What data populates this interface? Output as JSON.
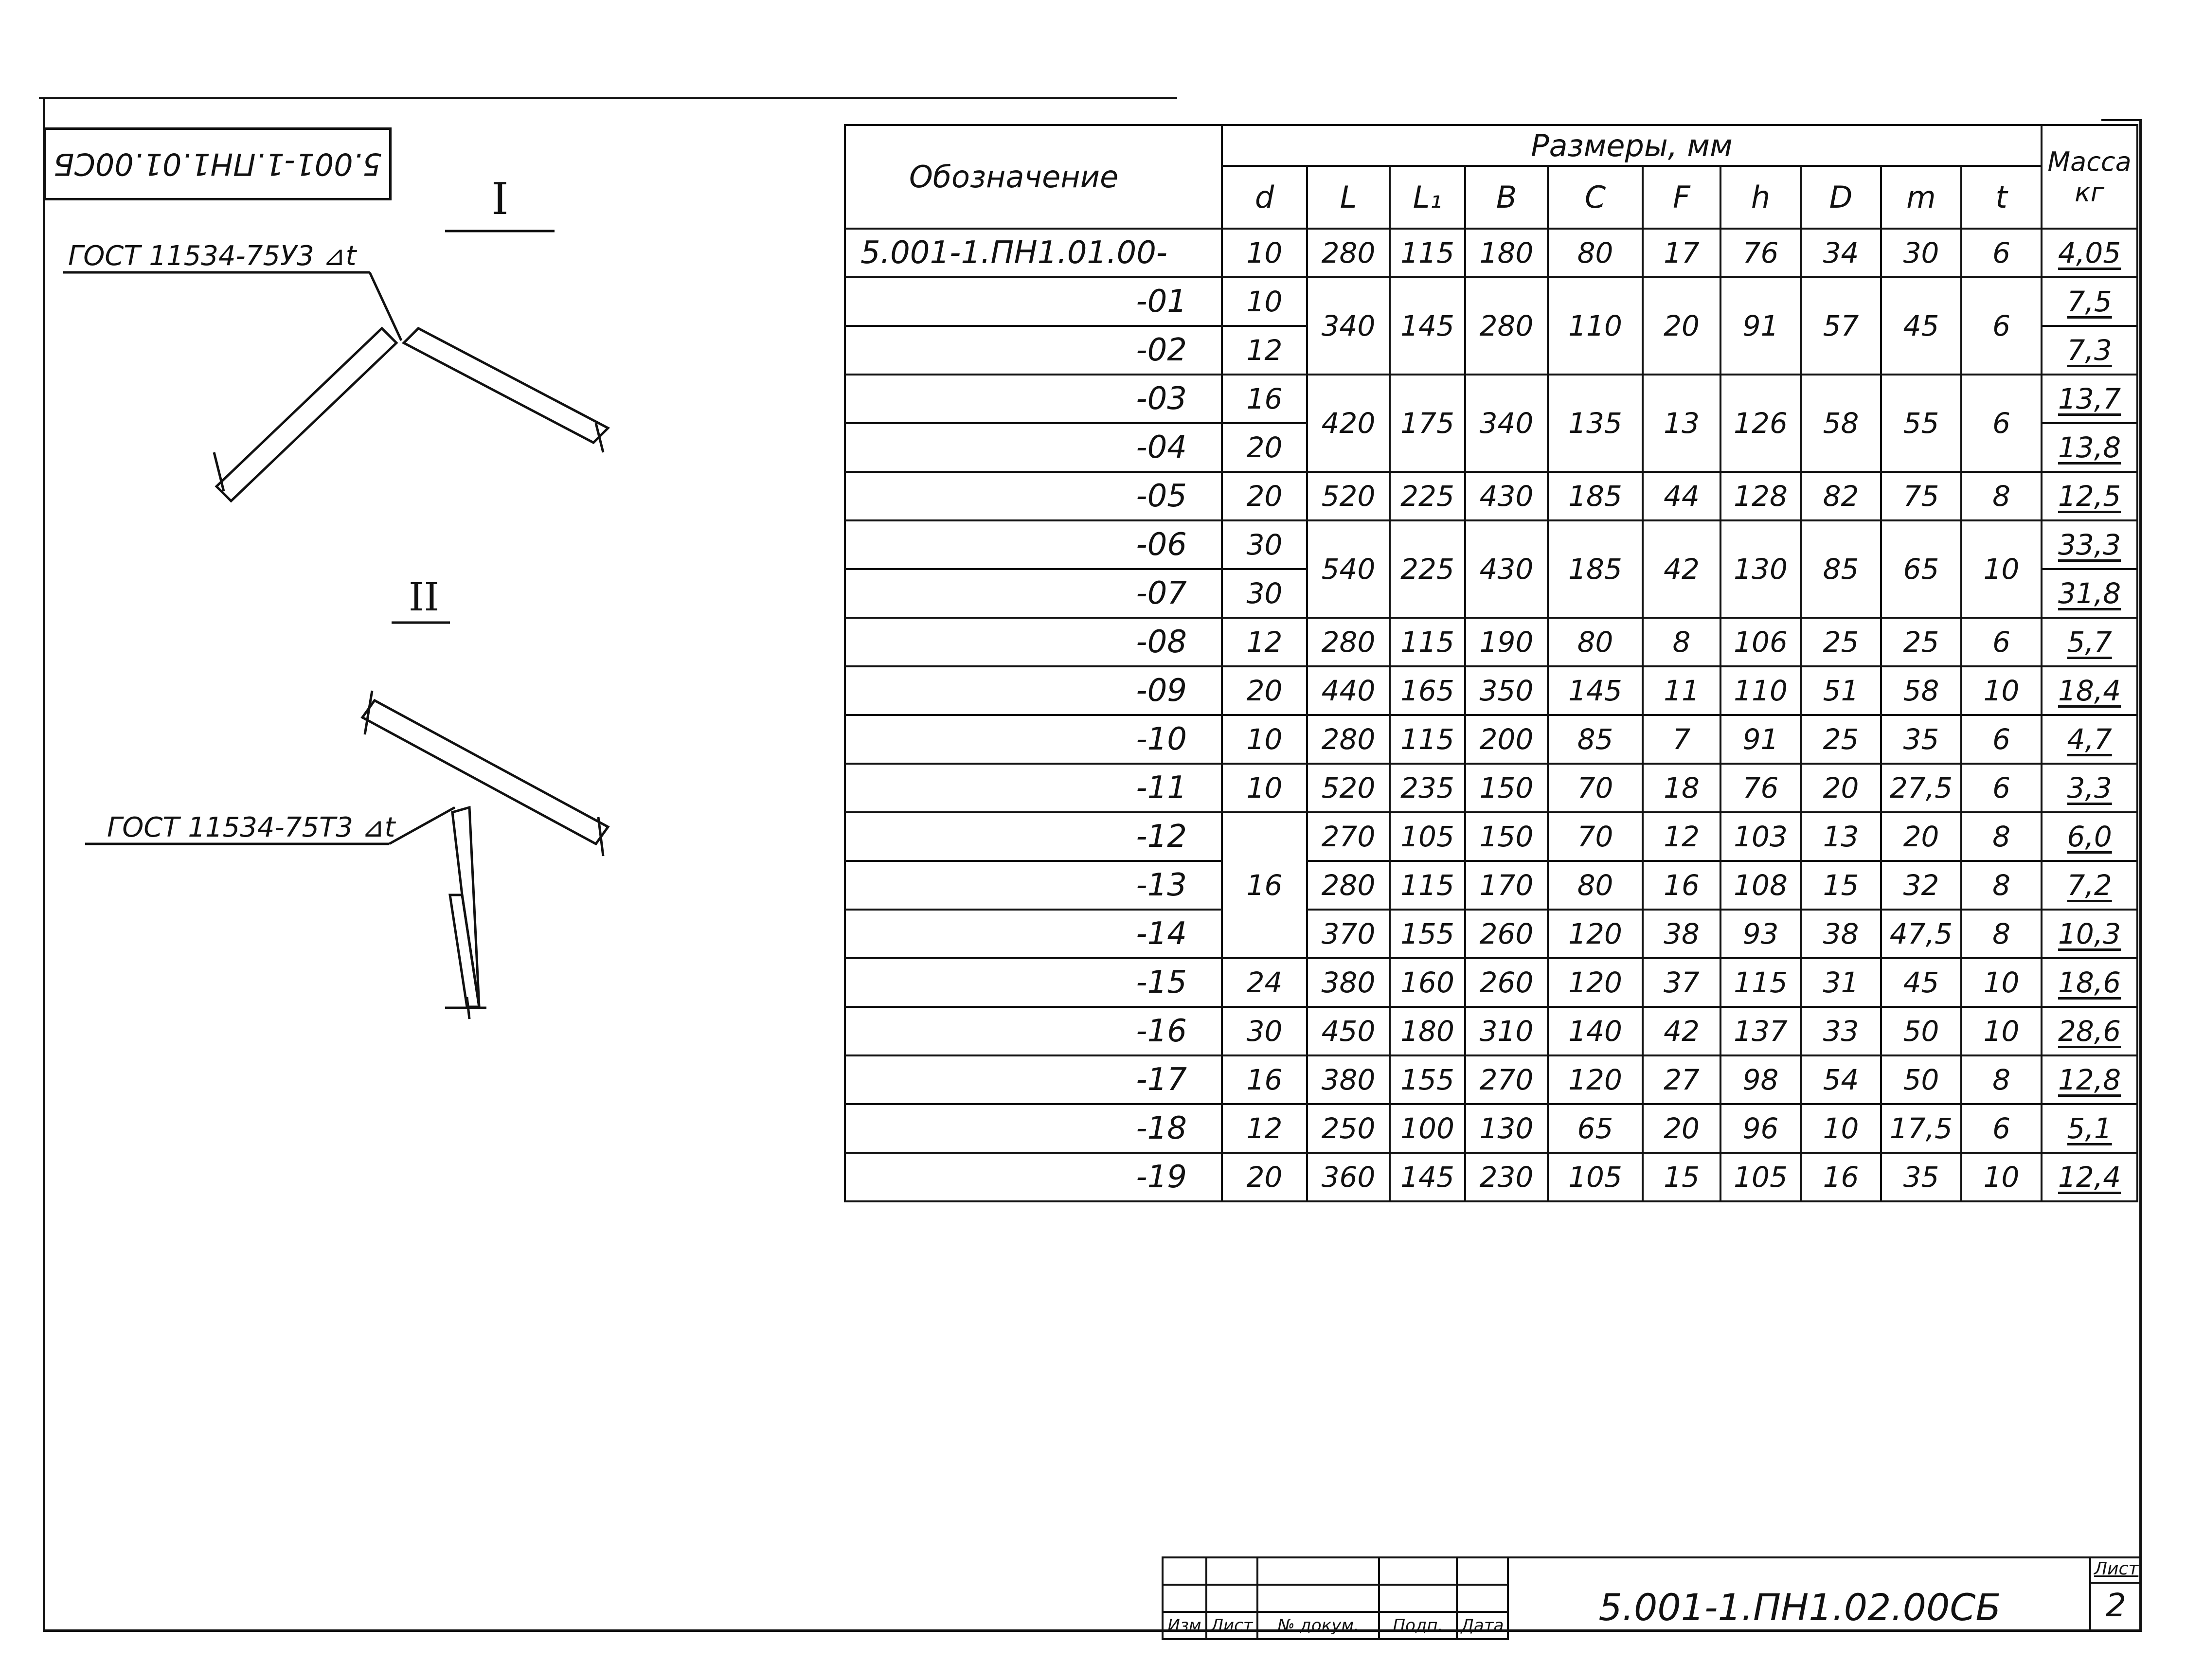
{
  "stamp": {
    "code": "5.001-1.ПН1.01.00СБ"
  },
  "drawing": {
    "view_1_label": "I",
    "view_1_weld": "ГОСТ 11534-75У3 ⊿t",
    "view_2_label": "II",
    "view_2_weld": "ГОСТ 11534-75Т3 ⊿t"
  },
  "table": {
    "designation_header": "Обозначение",
    "dimensions_header": "Размеры, мм",
    "mass_header": "Масса кг",
    "columns": [
      "d",
      "L",
      "L₁",
      "B",
      "C",
      "F",
      "h",
      "D",
      "m",
      "t"
    ],
    "rows": [
      {
        "des": "5.001-1.ПН1.01.00-",
        "d": "10",
        "L": "280",
        "L1": "115",
        "B": "180",
        "C": "80",
        "F": "17",
        "h": "76",
        "D": "34",
        "m": "30",
        "t": "6",
        "mass": "4,05"
      },
      {
        "des": "-01",
        "d": "10",
        "L": "340",
        "L1": "145",
        "B": "280",
        "C": "110",
        "F": "20",
        "h": "91",
        "D": "57",
        "m": "45",
        "t": "6",
        "mass": "7,5"
      },
      {
        "des": "-02",
        "d": "12",
        "mass": "7,3"
      },
      {
        "des": "-03",
        "d": "16",
        "L": "420",
        "L1": "175",
        "B": "340",
        "C": "135",
        "F": "13",
        "h": "126",
        "D": "58",
        "m": "55",
        "t": "6",
        "mass": "13,7"
      },
      {
        "des": "-04",
        "d": "20",
        "mass": "13,8"
      },
      {
        "des": "-05",
        "d": "20",
        "L": "520",
        "L1": "225",
        "B": "430",
        "C": "185",
        "F": "44",
        "h": "128",
        "D": "82",
        "m": "75",
        "t": "8",
        "mass": "12,5"
      },
      {
        "des": "-06",
        "d": "30",
        "L": "540",
        "L1": "225",
        "B": "430",
        "C": "185",
        "F": "42",
        "h": "130",
        "D": "85",
        "m": "65",
        "t": "10",
        "mass": "33,3"
      },
      {
        "des": "-07",
        "d": "30",
        "mass": "31,8"
      },
      {
        "des": "-08",
        "d": "12",
        "L": "280",
        "L1": "115",
        "B": "190",
        "C": "80",
        "F": "8",
        "h": "106",
        "D": "25",
        "m": "25",
        "t": "6",
        "mass": "5,7"
      },
      {
        "des": "-09",
        "d": "20",
        "L": "440",
        "L1": "165",
        "B": "350",
        "C": "145",
        "F": "11",
        "h": "110",
        "D": "51",
        "m": "58",
        "t": "10",
        "mass": "18,4"
      },
      {
        "des": "-10",
        "d": "10",
        "L": "280",
        "L1": "115",
        "B": "200",
        "C": "85",
        "F": "7",
        "h": "91",
        "D": "25",
        "m": "35",
        "t": "6",
        "mass": "4,7"
      },
      {
        "des": "-11",
        "d": "10",
        "L": "520",
        "L1": "235",
        "B": "150",
        "C": "70",
        "F": "18",
        "h": "76",
        "D": "20",
        "m": "27,5",
        "t": "6",
        "mass": "3,3"
      },
      {
        "des": "-12",
        "d": "16",
        "L": "270",
        "L1": "105",
        "B": "150",
        "C": "70",
        "F": "12",
        "h": "103",
        "D": "13",
        "m": "20",
        "t": "8",
        "mass": "6,0"
      },
      {
        "des": "-13",
        "L": "280",
        "L1": "115",
        "B": "170",
        "C": "80",
        "F": "16",
        "h": "108",
        "D": "15",
        "m": "32",
        "t": "8",
        "mass": "7,2"
      },
      {
        "des": "-14",
        "L": "370",
        "L1": "155",
        "B": "260",
        "C": "120",
        "F": "38",
        "h": "93",
        "D": "38",
        "m": "47,5",
        "t": "8",
        "mass": "10,3"
      },
      {
        "des": "-15",
        "d": "24",
        "L": "380",
        "L1": "160",
        "B": "260",
        "C": "120",
        "F": "37",
        "h": "115",
        "D": "31",
        "m": "45",
        "t": "10",
        "mass": "18,6"
      },
      {
        "des": "-16",
        "d": "30",
        "L": "450",
        "L1": "180",
        "B": "310",
        "C": "140",
        "F": "42",
        "h": "137",
        "D": "33",
        "m": "50",
        "t": "10",
        "mass": "28,6"
      },
      {
        "des": "-17",
        "d": "16",
        "L": "380",
        "L1": "155",
        "B": "270",
        "C": "120",
        "F": "27",
        "h": "98",
        "D": "54",
        "m": "50",
        "t": "8",
        "mass": "12,8"
      },
      {
        "des": "-18",
        "d": "12",
        "L": "250",
        "L1": "100",
        "B": "130",
        "C": "65",
        "F": "20",
        "h": "96",
        "D": "10",
        "m": "17,5",
        "t": "6",
        "mass": "5,1"
      },
      {
        "des": "-19",
        "d": "20",
        "L": "360",
        "L1": "145",
        "B": "230",
        "C": "105",
        "F": "15",
        "h": "105",
        "D": "16",
        "m": "35",
        "t": "10",
        "mass": "12,4"
      }
    ]
  },
  "title_block": {
    "labels": [
      "Изм",
      "Лист",
      "№ докум.",
      "Подп.",
      "Дата"
    ],
    "document_code": "5.001-1.ПН1.02.00СБ",
    "sheet_label": "Лист",
    "sheet_number": "2"
  }
}
